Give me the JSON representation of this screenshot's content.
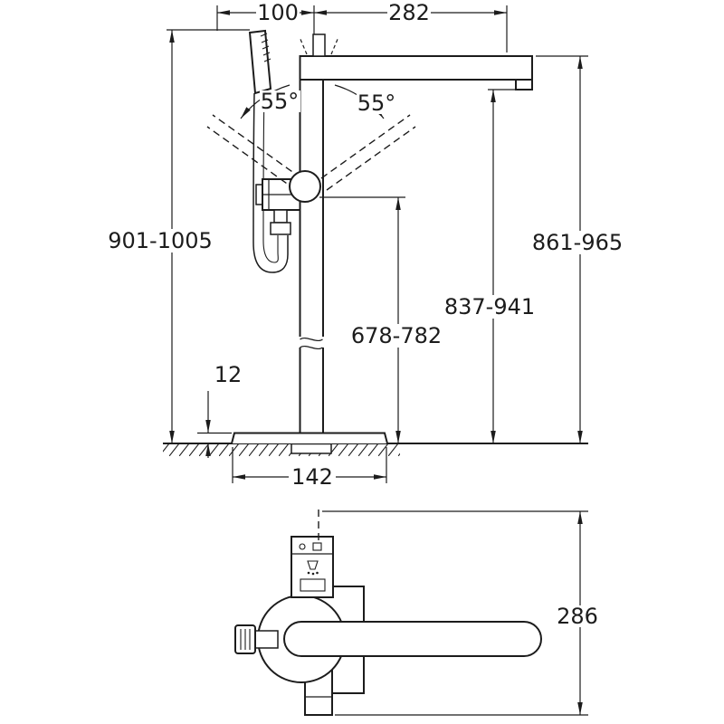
{
  "colors": {
    "background": "#ffffff",
    "line": "#1c1c1c"
  },
  "elevation": {
    "dims": {
      "handshower_offset": "100",
      "spout_reach": "282",
      "swivel_angle_left": "55°",
      "swivel_angle_right": "55°",
      "overall_height": "901-1005",
      "spout_top_height": "861-965",
      "outlet_height": "837-941",
      "body_height": "678-782",
      "base_plate_thickness": "12",
      "base_plate_diameter": "142"
    }
  },
  "plan": {
    "dims": {
      "overall_depth": "286"
    }
  }
}
